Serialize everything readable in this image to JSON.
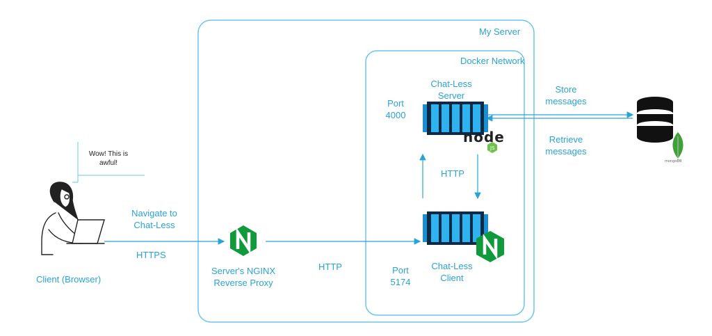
{
  "boxes": {
    "server_title": "My Server",
    "docker_title": "Docker Network"
  },
  "client": {
    "label": "Client (Browser)",
    "speech": "Wow! This is awful!"
  },
  "labels": {
    "navigate": "Navigate to Chat-Less",
    "https": "HTTPS",
    "nginx_proxy": "Server's NGINX Reverse Proxy",
    "http_proxy_to_client": "HTTP",
    "port_4000": "Port 4000",
    "port_5174": "Port 5174",
    "chat_server": "Chat-Less Server",
    "chat_client": "Chat-Less Client",
    "http_internal": "HTTP",
    "store": "Store messages",
    "retrieve": "Retrieve messages",
    "node_logo_text": "node",
    "mongo_logo_text": "mongoDB"
  },
  "colors": {
    "accent": "#29a3d6",
    "box_border": "#2aaee6",
    "nginx_green": "#0f9a3c",
    "docker_blue": "#1d8fd1",
    "docker_dark": "#0b2a45"
  }
}
